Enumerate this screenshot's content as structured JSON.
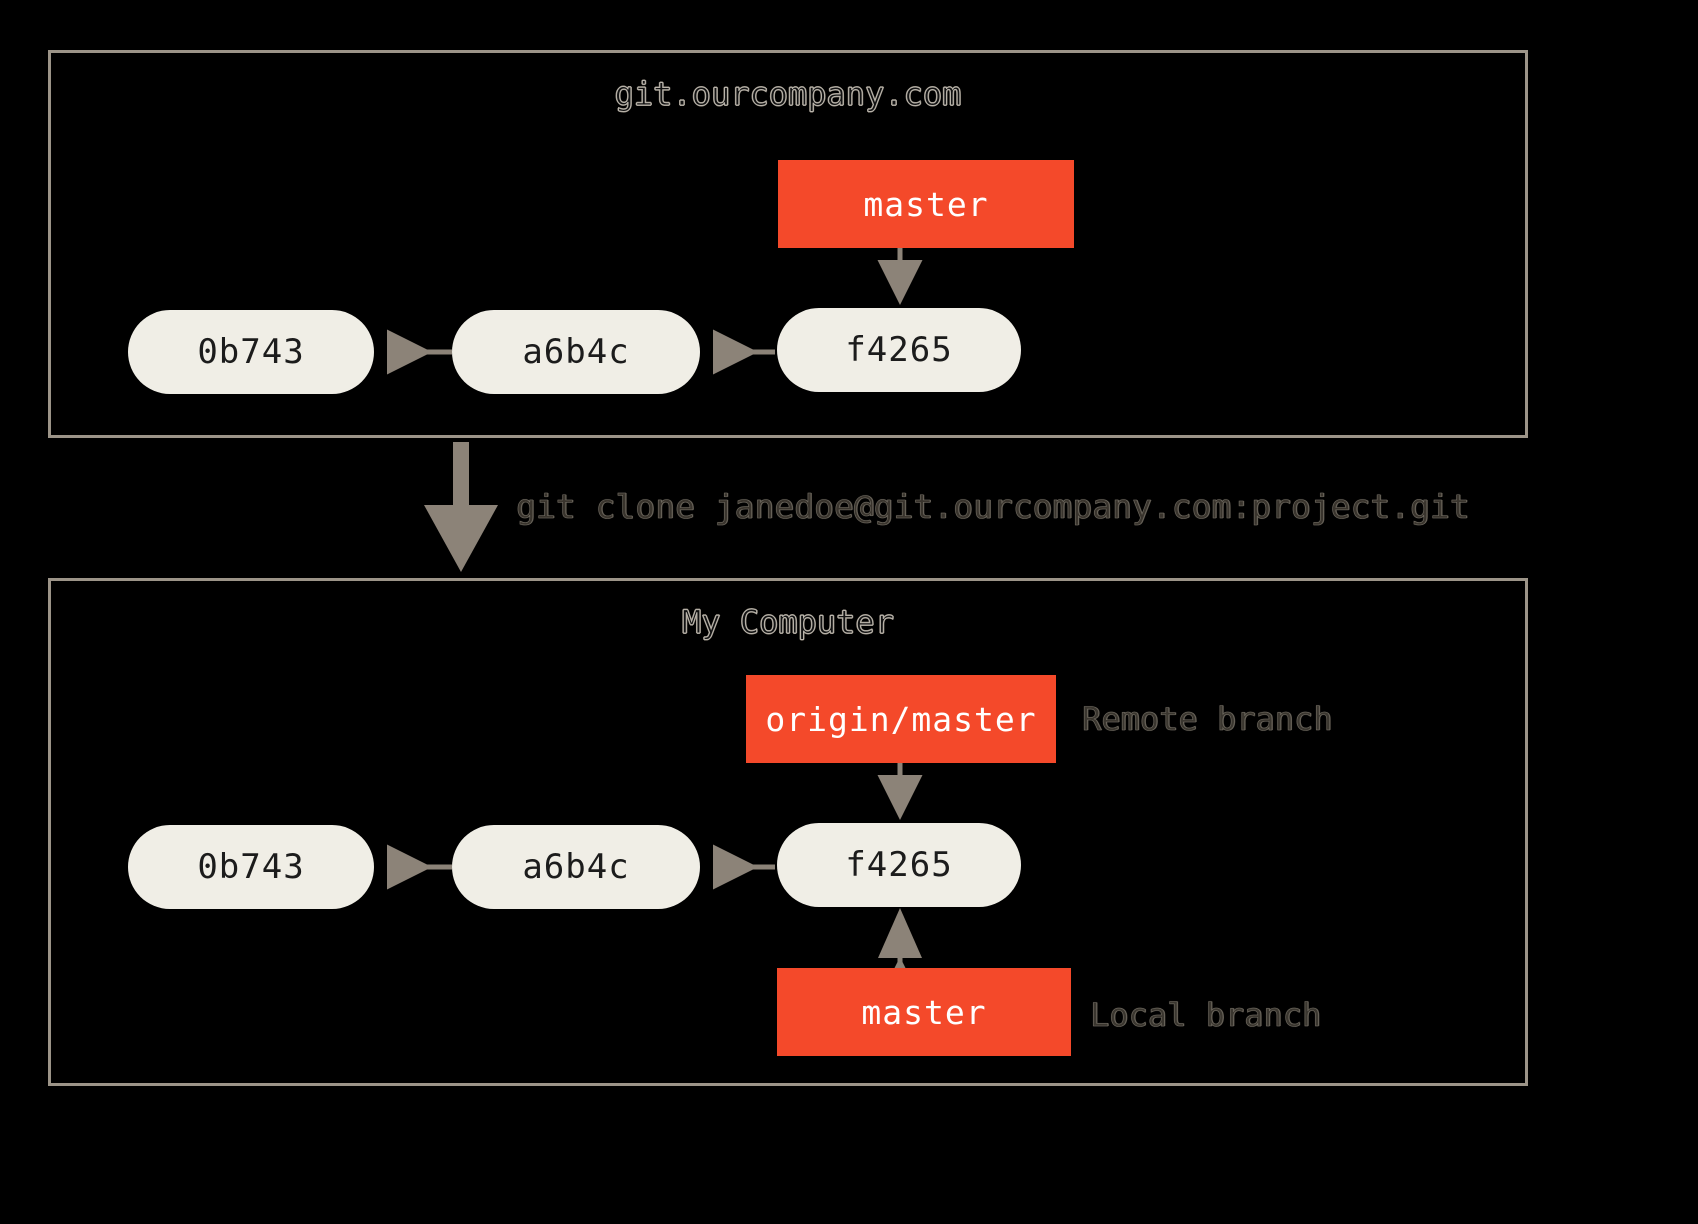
{
  "diagram": {
    "background_color": "#000000",
    "panel_border_color": "#9c9488",
    "commit_fill_color": "#f0eee6",
    "branch_fill_color": "#f4492a",
    "arrow_color": "#8c8378",
    "label_text_color": "#3a362f"
  },
  "remote_panel": {
    "title": "git.ourcompany.com",
    "branch": {
      "label": "master"
    },
    "commits": [
      {
        "id": "0b743"
      },
      {
        "id": "a6b4c"
      },
      {
        "id": "f4265"
      }
    ]
  },
  "transition": {
    "command": "git clone janedoe@git.ourcompany.com:project.git"
  },
  "local_panel": {
    "title": "My Computer",
    "remote_branch": {
      "label": "origin/master",
      "annotation": "Remote branch"
    },
    "local_branch": {
      "label": "master",
      "annotation": "Local branch"
    },
    "commits": [
      {
        "id": "0b743"
      },
      {
        "id": "a6b4c"
      },
      {
        "id": "f4265"
      }
    ]
  }
}
